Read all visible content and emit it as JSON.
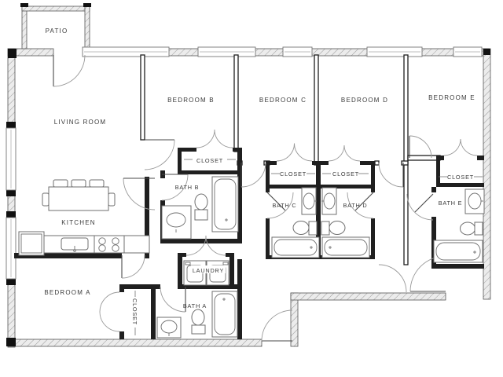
{
  "floorplan": {
    "labels": {
      "patio": "PATIO",
      "living_room": "LIVING ROOM",
      "kitchen": "KITCHEN",
      "bedroom_a": "BEDROOM A",
      "bedroom_b": "BEDROOM B",
      "bedroom_c": "BEDROOM C",
      "bedroom_d": "BEDROOM D",
      "bedroom_e": "BEDROOM E",
      "bath_a": "BATH A",
      "bath_b": "BATH B",
      "bath_c": "BATH C",
      "bath_d": "BATH D",
      "bath_e": "BATH E",
      "laundry": "LAUNDRY",
      "closet": "CLOSET"
    },
    "colors": {
      "wall": "#1f1f1f",
      "fixture": "#6f6f6f",
      "label": "#3a3a3a",
      "background": "#ffffff",
      "hatch": "#9b9b9b",
      "exterior_fill": "#ececec"
    }
  }
}
